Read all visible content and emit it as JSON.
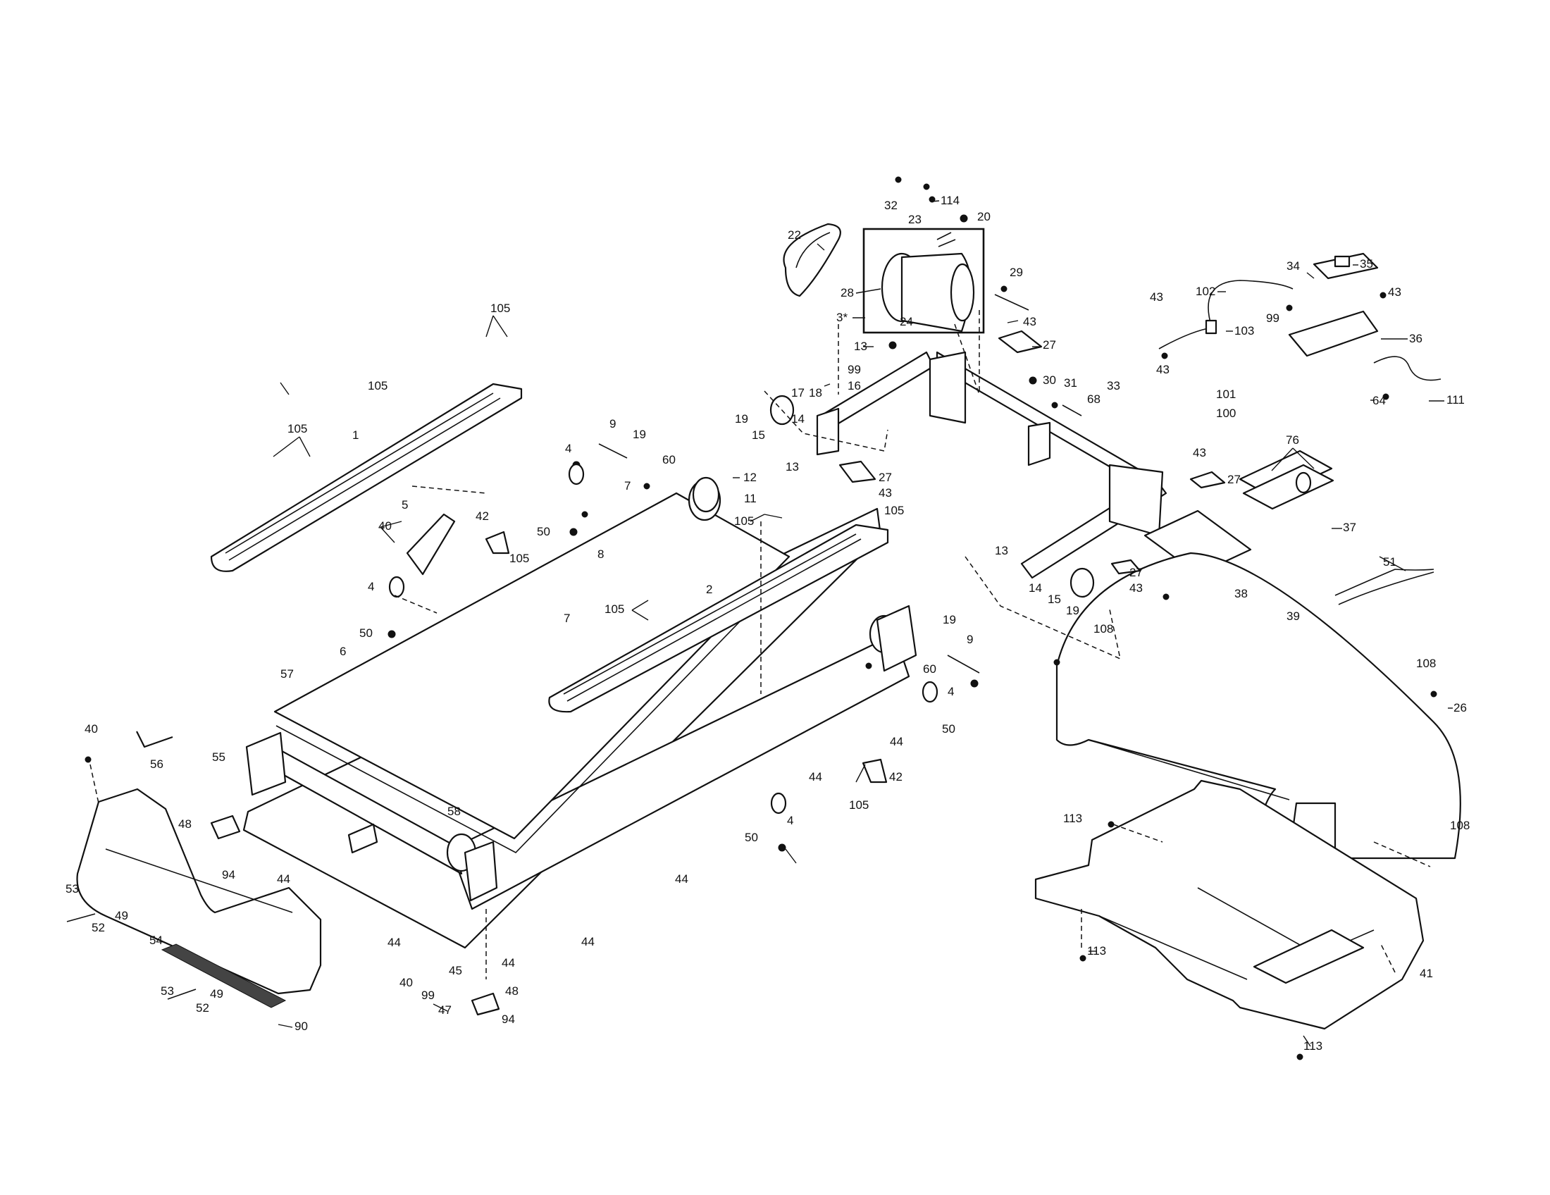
{
  "callouts": [
    {
      "text": "32"
    },
    {
      "text": "23"
    },
    {
      "text": "114"
    },
    {
      "text": "20"
    },
    {
      "text": "22"
    },
    {
      "text": "28"
    },
    {
      "text": "3*"
    },
    {
      "text": "24"
    },
    {
      "text": "29"
    },
    {
      "text": "43"
    },
    {
      "text": "27"
    },
    {
      "text": "13"
    },
    {
      "text": "99"
    },
    {
      "text": "16"
    },
    {
      "text": "17"
    },
    {
      "text": "18"
    },
    {
      "text": "19"
    },
    {
      "text": "15"
    },
    {
      "text": "14"
    },
    {
      "text": "30"
    },
    {
      "text": "31"
    },
    {
      "text": "33"
    },
    {
      "text": "68"
    },
    {
      "text": "43"
    },
    {
      "text": "101"
    },
    {
      "text": "100"
    },
    {
      "text": "34"
    },
    {
      "text": "35"
    },
    {
      "text": "102"
    },
    {
      "text": "103"
    },
    {
      "text": "43"
    },
    {
      "text": "43"
    },
    {
      "text": "99"
    },
    {
      "text": "36"
    },
    {
      "text": "64"
    },
    {
      "text": "111"
    },
    {
      "text": "43"
    },
    {
      "text": "27"
    },
    {
      "text": "76"
    },
    {
      "text": "37"
    },
    {
      "text": "105"
    },
    {
      "text": "105"
    },
    {
      "text": "105"
    },
    {
      "text": "1"
    },
    {
      "text": "9"
    },
    {
      "text": "19"
    },
    {
      "text": "60"
    },
    {
      "text": "4"
    },
    {
      "text": "12"
    },
    {
      "text": "7"
    },
    {
      "text": "11"
    },
    {
      "text": "27"
    },
    {
      "text": "43"
    },
    {
      "text": "105"
    },
    {
      "text": "105"
    },
    {
      "text": "13"
    },
    {
      "text": "50"
    },
    {
      "text": "5"
    },
    {
      "text": "40"
    },
    {
      "text": "42"
    },
    {
      "text": "105"
    },
    {
      "text": "8"
    },
    {
      "text": "4"
    },
    {
      "text": "50"
    },
    {
      "text": "7"
    },
    {
      "text": "105"
    },
    {
      "text": "2"
    },
    {
      "text": "13"
    },
    {
      "text": "14"
    },
    {
      "text": "15"
    },
    {
      "text": "19"
    },
    {
      "text": "27"
    },
    {
      "text": "43"
    },
    {
      "text": "38"
    },
    {
      "text": "108"
    },
    {
      "text": "39"
    },
    {
      "text": "51"
    },
    {
      "text": "19"
    },
    {
      "text": "9"
    },
    {
      "text": "60"
    },
    {
      "text": "4"
    },
    {
      "text": "50"
    },
    {
      "text": "57"
    },
    {
      "text": "6"
    },
    {
      "text": "40"
    },
    {
      "text": "56"
    },
    {
      "text": "55"
    },
    {
      "text": "44"
    },
    {
      "text": "42"
    },
    {
      "text": "105"
    },
    {
      "text": "44"
    },
    {
      "text": "4"
    },
    {
      "text": "108"
    },
    {
      "text": "26"
    },
    {
      "text": "48"
    },
    {
      "text": "94"
    },
    {
      "text": "58"
    },
    {
      "text": "50"
    },
    {
      "text": "113"
    },
    {
      "text": "108"
    },
    {
      "text": "44"
    },
    {
      "text": "44"
    },
    {
      "text": "53"
    },
    {
      "text": "49"
    },
    {
      "text": "52"
    },
    {
      "text": "54"
    },
    {
      "text": "44"
    },
    {
      "text": "44"
    },
    {
      "text": "45"
    },
    {
      "text": "44"
    },
    {
      "text": "113"
    },
    {
      "text": "40"
    },
    {
      "text": "99"
    },
    {
      "text": "47"
    },
    {
      "text": "48"
    },
    {
      "text": "94"
    },
    {
      "text": "41"
    },
    {
      "text": "53"
    },
    {
      "text": "49"
    },
    {
      "text": "52"
    },
    {
      "text": "90"
    },
    {
      "text": "113"
    }
  ]
}
